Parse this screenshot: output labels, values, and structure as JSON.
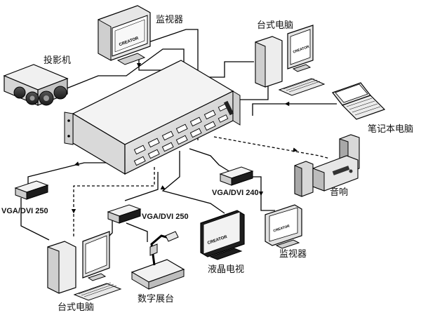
{
  "labels": {
    "monitor_top": "监视器",
    "desktop_top": "台式电脑",
    "projector": "投影机",
    "laptop": "笔记本电脑",
    "speaker": "音响",
    "extender_left": "VGA/DVI 250",
    "extender_mid": "VGA/DVI 250",
    "extender_right": "VGA/DVI 240",
    "monitor_right": "监视器",
    "lcd_tv": "液晶电视",
    "document_camera": "数字展台",
    "desktop_bottom": "台式电脑"
  },
  "brand": {
    "monitor_logo": "CREATOR",
    "tv_logo": "CREATOR",
    "desktop_logo": "CREATOR",
    "monitor_right_logo": "CREATOR"
  }
}
